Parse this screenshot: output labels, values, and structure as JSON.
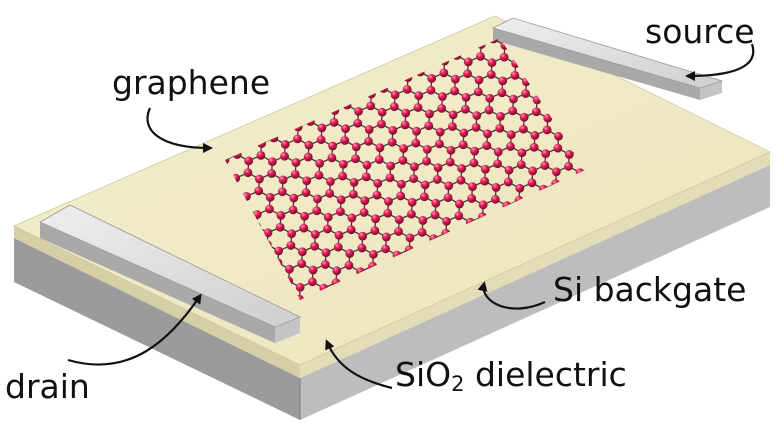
{
  "labels": {
    "graphene": "graphene",
    "source": "source",
    "drain": "drain",
    "backgate": "Si backgate",
    "dielectric_prefix": "SiO",
    "dielectric_subscript": "2",
    "dielectric_suffix": " dielectric"
  },
  "colors": {
    "dielectric_top": "#f0eac6",
    "dielectric_front": "#dcd6b0",
    "substrate_front": "#9b9b9b",
    "substrate_right": "#c2c2c2",
    "electrode_top": "#d9d9d9",
    "atom": "#d0194a",
    "bond": "#3a3a3a",
    "text": "#111111"
  }
}
